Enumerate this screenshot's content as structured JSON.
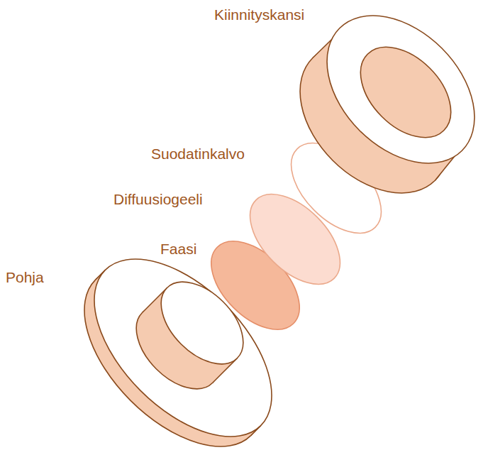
{
  "diagram": {
    "labels": [
      "Kiinnityskansi",
      "Suodatinkalvo",
      "Diffuusiogeeli",
      "Faasi",
      "Pohja"
    ]
  }
}
